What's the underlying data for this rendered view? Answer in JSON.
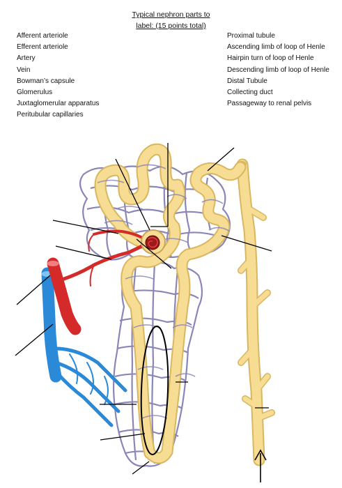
{
  "header": {
    "title_line1": "Typical nephron parts to",
    "title_line2": "label: (15 points total)"
  },
  "terms_left": [
    "Afferent arteriole",
    "Efferent arteriole",
    "Artery",
    "Vein",
    "Bowman’s capsule",
    "Glomerulus",
    "Juxtaglomerular apparatus",
    "Peritubular capillaries"
  ],
  "terms_right": [
    "Proximal tubule",
    "Ascending limb of loop of Henle",
    "Hairpin turn of loop of Henle",
    "Descending limb of loop of Henle",
    "Distal Tubule",
    "Collecting duct",
    "Passageway to renal pelvis"
  ],
  "colors": {
    "tubule": "#f7dc93",
    "tubule_edge": "#d9b660",
    "capillary": "#8b86b8",
    "artery": "#d42a2a",
    "vein": "#2a8ad8",
    "leader": "#000000"
  }
}
